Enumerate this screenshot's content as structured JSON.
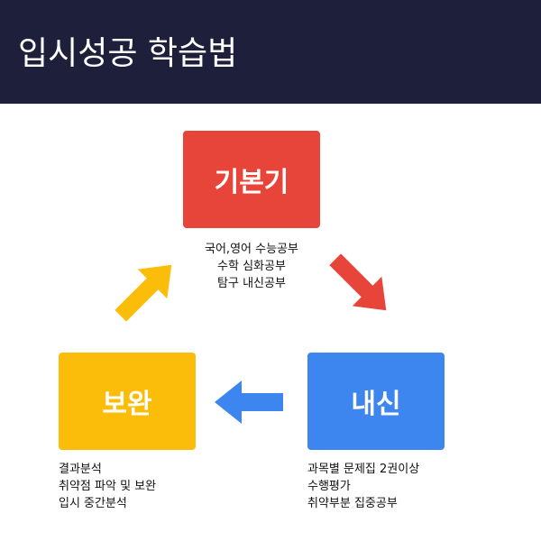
{
  "header": {
    "title": "입시성공 학습법"
  },
  "nodes": {
    "top": {
      "label": "기본기",
      "color": "#e8453a",
      "lines": [
        "국어,영어 수능공부",
        "수학 심화공부",
        "탐구 내신공부"
      ]
    },
    "right": {
      "label": "내신",
      "color": "#3d86f0",
      "lines": [
        "과목별 문제집 2권이상",
        "수행평가",
        "취약부분 집중공부"
      ]
    },
    "left": {
      "label": "보완",
      "color": "#fbbd0a",
      "lines": [
        "결과분석",
        "취약점 파악 및 보완",
        "입시 중간분석"
      ]
    }
  },
  "arrows": {
    "top_to_right": {
      "color": "#e8453a"
    },
    "right_to_left": {
      "color": "#3d86f0"
    },
    "left_to_top": {
      "color": "#fbbd0a"
    }
  }
}
